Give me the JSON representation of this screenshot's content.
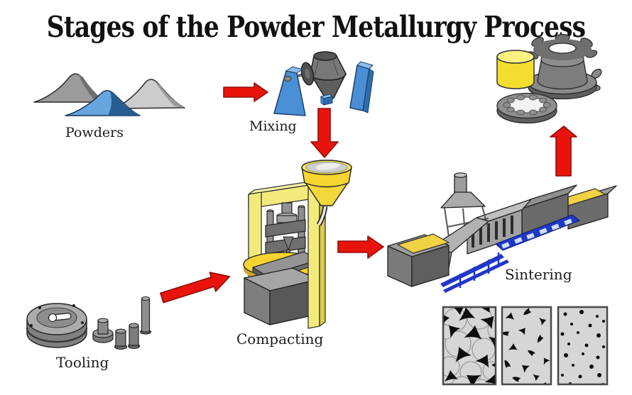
{
  "title": "Stages of the Powder Metallurgy Process",
  "labels": {
    "powders": "Powders",
    "mixing": "Mixing",
    "compacting": "Compacting",
    "sintering": "Sintering",
    "tooling": "Tooling"
  },
  "icons": {
    "powders": "powder-piles-icon",
    "mixing": "double-cone-mixer-icon",
    "compacting": "hydraulic-press-icon",
    "sintering": "conveyor-furnace-icon",
    "tooling": "die-and-punches-icon",
    "finished_parts": "finished-parts-icon",
    "microstructure": "sintering-microstructure-panels-icon"
  },
  "arrows": [
    {
      "from": "powders",
      "to": "mixing",
      "direction": "right"
    },
    {
      "from": "mixing",
      "to": "compacting",
      "direction": "down"
    },
    {
      "from": "tooling",
      "to": "compacting",
      "direction": "up-right"
    },
    {
      "from": "compacting",
      "to": "sintering",
      "direction": "right"
    },
    {
      "from": "sintering",
      "to": "finished-parts",
      "direction": "up"
    }
  ],
  "colors": {
    "background": "#ffffff",
    "arrow_red": "#e8140c",
    "machine_yellow": "#f6d531",
    "frame_yellow": "#f3ea7c",
    "belt_yellow": "#f0d242",
    "equipment_blue": "#4a8fd3",
    "rail_blue": "#2038c8",
    "powder_blue": "#66a5de",
    "metal_gray": "#8f8f8f",
    "text": "#1c1c1c"
  }
}
